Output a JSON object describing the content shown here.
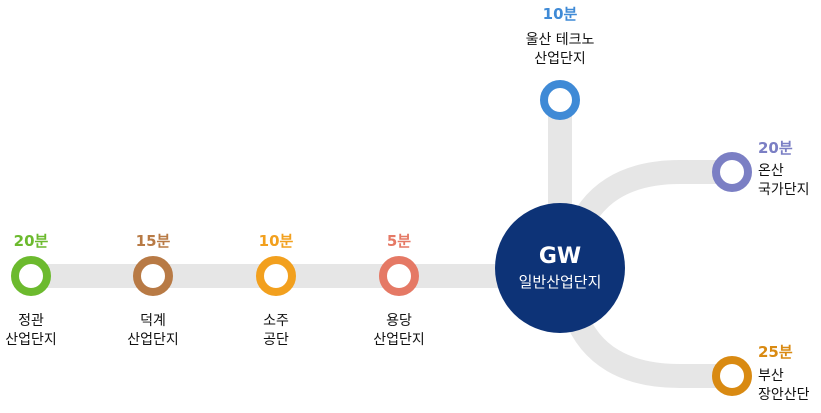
{
  "hub": {
    "code": "GW",
    "name": "일반산업단지",
    "color": "#0d3377"
  },
  "track_color": "#e6e6e6",
  "stations": [
    {
      "id": "jeonggwan",
      "time": "20분",
      "name_line1": "정관",
      "name_line2": "산업단지",
      "color": "#6cba2e"
    },
    {
      "id": "deokgye",
      "time": "15분",
      "name_line1": "덕계",
      "name_line2": "산업단지",
      "color": "#b87a45"
    },
    {
      "id": "soju",
      "time": "10분",
      "name_line1": "소주",
      "name_line2": "공단",
      "color": "#f2a01e"
    },
    {
      "id": "yongdang",
      "time": "5분",
      "name_line1": "용당",
      "name_line2": "산업단지",
      "color": "#e57965"
    },
    {
      "id": "ulsan-techno",
      "time": "10분",
      "name_line1": "울산 테크노",
      "name_line2": "산업단지",
      "color": "#3f8ad6"
    },
    {
      "id": "onsan",
      "time": "20분",
      "name_line1": "온산",
      "name_line2": "국가단지",
      "color": "#7b7fc4"
    },
    {
      "id": "busan-jangan",
      "time": "25분",
      "name_line1": "부산",
      "name_line2": "장안산단",
      "color": "#d98a12"
    }
  ]
}
